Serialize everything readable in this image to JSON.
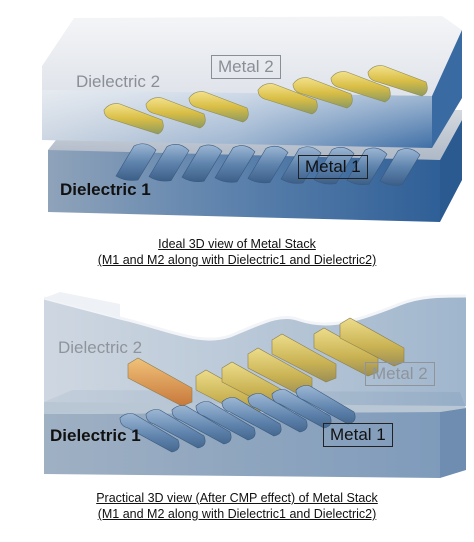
{
  "ideal": {
    "dielectric_top_label": "Dielectric 2",
    "metal_top_label": "Metal 2",
    "dielectric_bottom_label": "Dielectric 1",
    "metal_bottom_label": "Metal 1",
    "caption_line1": "Ideal 3D view of Metal Stack",
    "caption_line2": "(M1 and M2 along with Dielectric1 and Dielectric2)"
  },
  "practical": {
    "dielectric_top_label": "Dielectric 2",
    "metal_top_label": "Metal 2",
    "dielectric_bottom_label": "Dielectric 1",
    "metal_bottom_label": "Metal 1",
    "caption_line1": "Practical 3D view (After CMP effect) of Metal Stack",
    "caption_line2": "(M1 and M2 along with Dielectric1 and Dielectric2)"
  },
  "colors": {
    "dielectric_light": "#eef0f4",
    "dielectric_blue": "#4f7fb4",
    "metal_gold": "#e0c64c",
    "metal1_blue": "#6a8fba",
    "metal2_orange": "#d9954a"
  }
}
